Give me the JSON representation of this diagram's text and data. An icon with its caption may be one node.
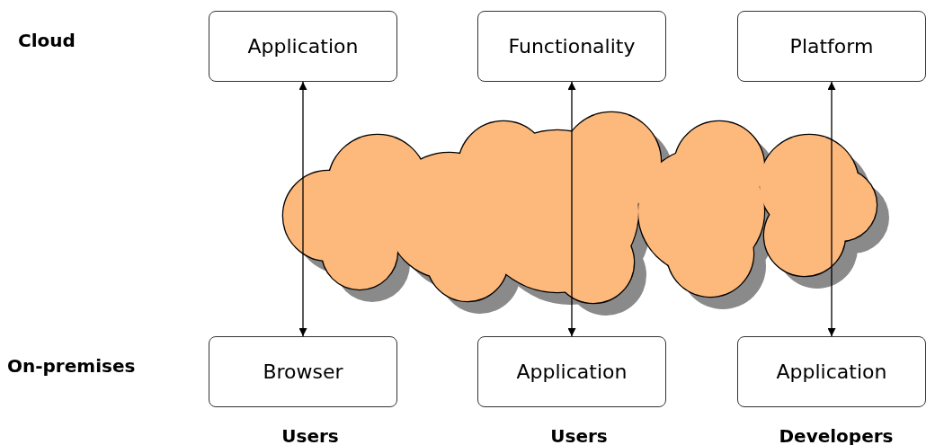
{
  "diagram": {
    "nodes": [
      {
        "text": [
          "Application"
        ]
      },
      {
        "text": [
          "Functionality"
        ]
      },
      {
        "text": [
          "Platform"
        ]
      },
      {
        "text": [
          "Browser"
        ]
      },
      {
        "text": [
          "Application"
        ]
      },
      {
        "text": [
          "Application"
        ]
      }
    ],
    "edges": [
      {
        "from": 0,
        "to": 3,
        "arrow": "both"
      },
      {
        "from": 1,
        "to": 4,
        "arrow": "both"
      },
      {
        "from": 2,
        "to": 5,
        "arrow": "both"
      }
    ],
    "labels": [
      "Cloud",
      "On-premises",
      "Users",
      "Users",
      "Developers"
    ]
  }
}
